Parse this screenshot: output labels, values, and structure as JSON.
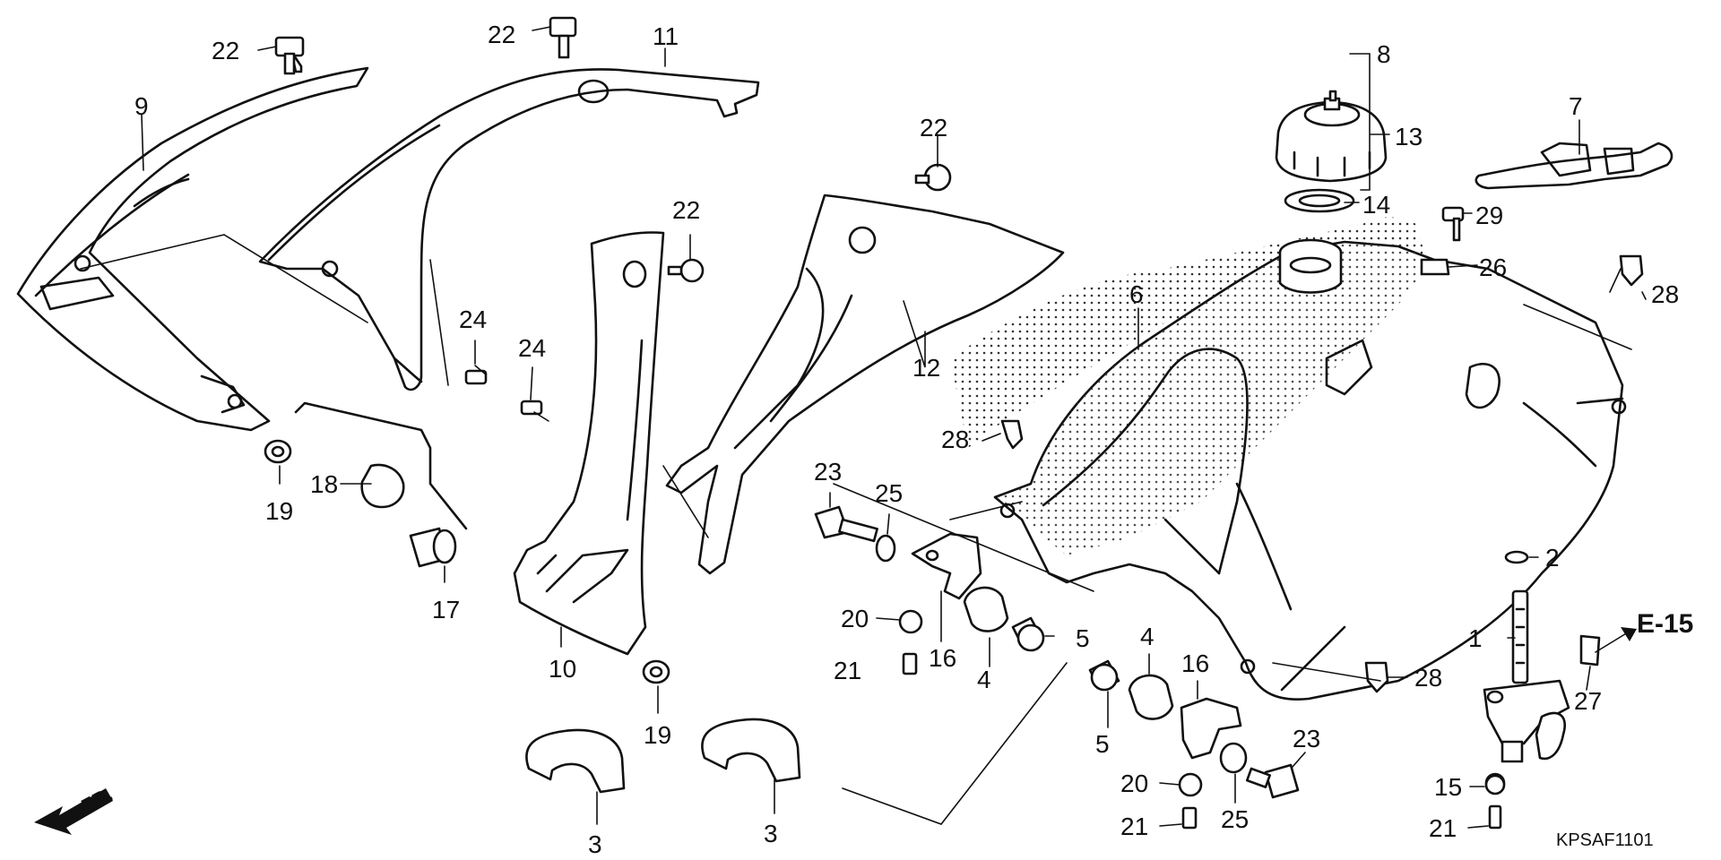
{
  "diagram": {
    "code": "KPSAF1101",
    "front_label": "FR.",
    "ref_label": "E-15",
    "callouts": [
      "22",
      "22",
      "11",
      "9",
      "22",
      "22",
      "12",
      "24",
      "24",
      "19",
      "18",
      "17",
      "10",
      "19",
      "3",
      "3",
      "23",
      "25",
      "20",
      "21",
      "16",
      "4",
      "5",
      "6",
      "28",
      "8",
      "13",
      "14",
      "7",
      "29",
      "26",
      "28",
      "2",
      "1",
      "27",
      "28",
      "4",
      "16",
      "5",
      "23",
      "20",
      "25",
      "21",
      "15",
      "21"
    ]
  }
}
